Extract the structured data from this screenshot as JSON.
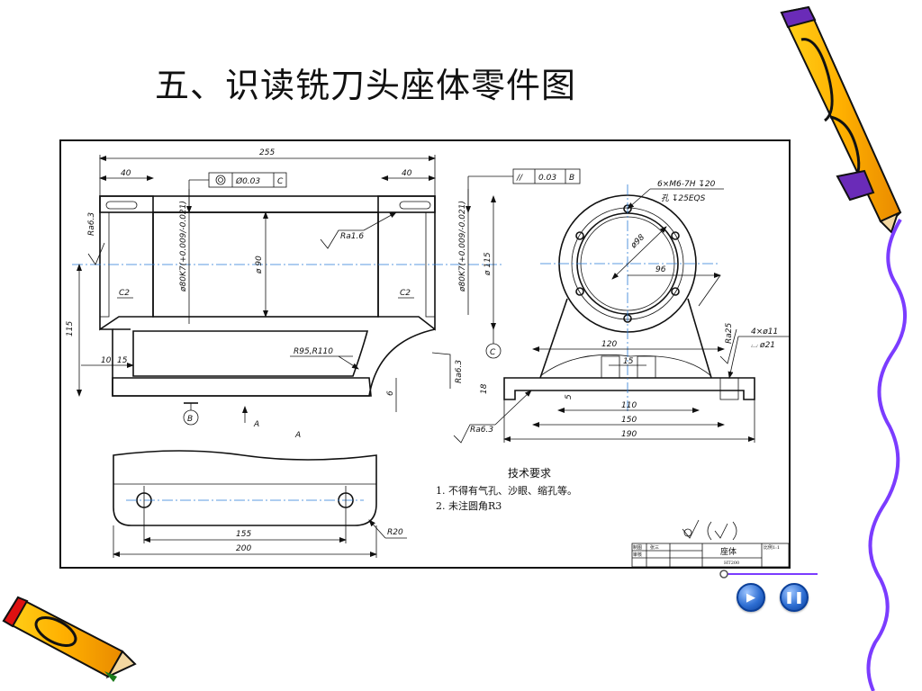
{
  "slide": {
    "title": "五、识读铣刀头座体零件图"
  },
  "drawing": {
    "dims": {
      "d255": "255",
      "d40a": "40",
      "d40b": "40",
      "d115v": "115",
      "d115d": "ø 115",
      "d90": "ø 90",
      "k7a": "ø80K7(+0.009/-0.021)",
      "k7b": "ø80K7(+0.009/-0.021)",
      "d10": "10",
      "d15": "15",
      "d6": "6",
      "c2a": "C2",
      "c2b": "C2",
      "r95": "R95,R110",
      "ra63a": "Ra6.3",
      "ra63b": "Ra6.3",
      "ra63c": "Ra6.3",
      "ra16": "Ra1.6",
      "ra25": "Ra25",
      "secA": "A",
      "arrowA": "A",
      "datumB": "B",
      "datumC": "C",
      "tolA_val": "Ø0.03",
      "tolA_ref": "C",
      "tolB_sym": "//",
      "tolB_val": "0.03",
      "tolB_ref": "B",
      "thread1": "6×M6-7H ↧20",
      "thread2": "孔 ↧25EQS",
      "d98": "ø98",
      "d96": "96",
      "d120": "120",
      "d15s": "15",
      "d5": "5",
      "d110": "110",
      "d150": "150",
      "d190": "190",
      "holes1": "4×ø11",
      "holes2": "⌴ ø21",
      "d155": "155",
      "d200": "200",
      "r20": "R20"
    },
    "tech": {
      "heading": "技术要求",
      "note1": "1. 不得有气孔、沙眼、缩孔等。",
      "note2": "2. 未注圆角R3"
    },
    "title_block": {
      "part_name": "座体",
      "material": "HT200",
      "drawn": "制图",
      "checked": "审核",
      "name_tag": "张三",
      "scale": "比例1:1"
    }
  },
  "controls": {
    "play": "▶",
    "pause": "❚❚"
  }
}
